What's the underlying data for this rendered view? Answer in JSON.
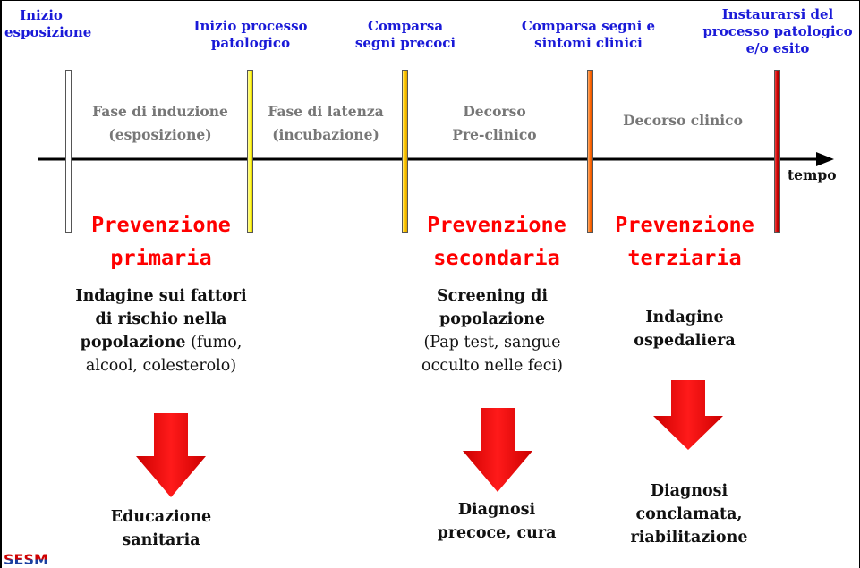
{
  "events": {
    "inizio_esposizione": "Inizio\nesposizione",
    "inizio_processo": "Inizio processo\npatologico",
    "segni_precoci": "Comparsa\nsegni precoci",
    "segni_clinici": "Comparsa segni e\nsintomi clinici",
    "esito": "Instaurarsi del\nprocesso patologico\ne/o esito"
  },
  "phases": {
    "induzione": "Fase di induzione\n(esposizione)",
    "latenza": "Fase di latenza\n(incubazione)",
    "preclinico": "Decorso\nPre-clinico",
    "clinico": "Decorso clinico"
  },
  "axis": {
    "label": "tempo"
  },
  "prevention": {
    "primaria": "Prevenzione\nprimaria",
    "secondaria": "Prevenzione\nsecondaria",
    "terziaria": "Prevenzione\nterziaria"
  },
  "actions": {
    "primaria_bold": "Indagine sui fattori\ndi rischio nella\npopolazione",
    "primaria_plain": " (fumo,\nalcool, colesterolo)",
    "secondaria_bold": "Screening di\npopolazione",
    "secondaria_plain": "\n(Pap test, sangue\nocculto nelle feci)",
    "terziaria_bold": "Indagine\nospedaliera"
  },
  "results": {
    "primaria": "Educazione\nsanitaria",
    "secondaria": "Diagnosi\nprecoce, cura",
    "terziaria": "Diagnosi\nconclamata,\nriabilitazione"
  },
  "colors": {
    "event_text": "#1a1ad8",
    "prevention_text": "#ff0000",
    "phase_text": "#777777",
    "arrow": "#ff0000",
    "markers": [
      "#ffffff",
      "#ffff66",
      "#ffcc00",
      "#ff6600",
      "#cc0000"
    ]
  },
  "logo": {
    "text": "SESM"
  }
}
